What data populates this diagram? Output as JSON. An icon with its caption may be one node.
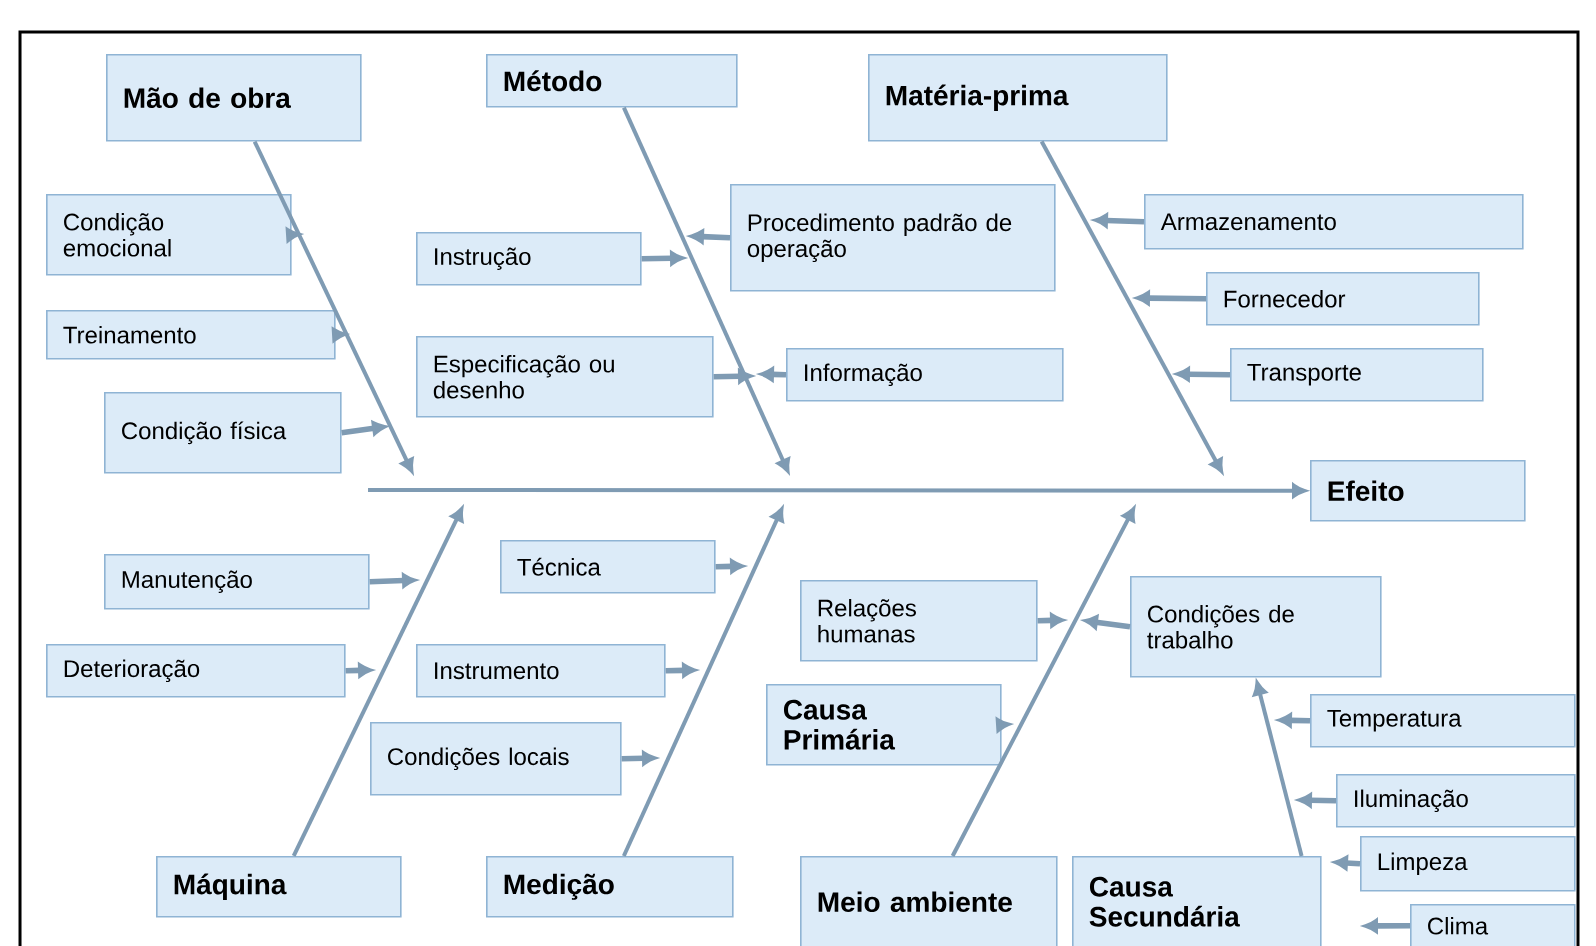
{
  "diagram": {
    "nodes": [
      {
        "text": [
          "Mão de obra"
        ]
      },
      {
        "text": [
          "Método"
        ]
      },
      {
        "text": [
          "Matéria-prima"
        ]
      },
      {
        "text": [
          "Condição emocional"
        ]
      },
      {
        "text": [
          "Instrução"
        ]
      },
      {
        "text": [
          "Procedimento padrão de operação"
        ]
      },
      {
        "text": [
          "Armazenamento"
        ]
      },
      {
        "text": [
          "Treinamento"
        ]
      },
      {
        "text": [
          "Especificação ou desenho"
        ]
      },
      {
        "text": [
          "Informação"
        ]
      },
      {
        "text": [
          "Fornecedor"
        ]
      },
      {
        "text": [
          "Transporte"
        ]
      },
      {
        "text": [
          "Condição física"
        ]
      },
      {
        "text": [
          "Efeito"
        ]
      },
      {
        "text": [
          "Manutenção"
        ]
      },
      {
        "text": [
          "Técnica"
        ]
      },
      {
        "text": [
          "Deterioração"
        ]
      },
      {
        "text": [
          "Instrumento"
        ]
      },
      {
        "text": [
          "Relações humanas"
        ]
      },
      {
        "text": [
          "Condições de trabalho"
        ]
      },
      {
        "text": [
          "Causa Primária"
        ]
      },
      {
        "text": [
          "Condições locais"
        ]
      },
      {
        "text": [
          "Temperatura"
        ]
      },
      {
        "text": [
          "Iluminação"
        ]
      },
      {
        "text": [
          "Máquina"
        ]
      },
      {
        "text": [
          "Medição"
        ]
      },
      {
        "text": [
          "Meio ambiente"
        ]
      },
      {
        "text": [
          "Causa Secundária"
        ]
      },
      {
        "text": [
          "Limpeza"
        ]
      },
      {
        "text": [
          "Clima"
        ]
      }
    ],
    "edges": [
      {
        "from": null,
        "to": 13,
        "arrow": "to"
      },
      {
        "from": 0,
        "to": null,
        "arrow": "to"
      },
      {
        "from": 1,
        "to": null,
        "arrow": "to"
      },
      {
        "from": 2,
        "to": null,
        "arrow": "to"
      },
      {
        "from": 24,
        "to": null,
        "arrow": "to"
      },
      {
        "from": 25,
        "to": null,
        "arrow": "to"
      },
      {
        "from": 26,
        "to": null,
        "arrow": "to"
      },
      {
        "from": 27,
        "to": 19,
        "arrow": "to"
      },
      {
        "from": 3,
        "to": null,
        "arrow": "to"
      },
      {
        "from": 7,
        "to": null,
        "arrow": "to"
      },
      {
        "from": 12,
        "to": null,
        "arrow": "to"
      },
      {
        "from": 4,
        "to": null,
        "arrow": "to"
      },
      {
        "from": 5,
        "to": null,
        "arrow": "to"
      },
      {
        "from": 8,
        "to": null,
        "arrow": "to"
      },
      {
        "from": 9,
        "to": null,
        "arrow": "to"
      },
      {
        "from": 6,
        "to": null,
        "arrow": "to"
      },
      {
        "from": 10,
        "to": null,
        "arrow": "to"
      },
      {
        "from": 11,
        "to": null,
        "arrow": "to"
      },
      {
        "from": 14,
        "to": null,
        "arrow": "to"
      },
      {
        "from": 16,
        "to": null,
        "arrow": "to"
      },
      {
        "from": 15,
        "to": null,
        "arrow": "to"
      },
      {
        "from": 17,
        "to": null,
        "arrow": "to"
      },
      {
        "from": 21,
        "to": null,
        "arrow": "to"
      },
      {
        "from": 18,
        "to": null,
        "arrow": "to"
      },
      {
        "from": 20,
        "to": null,
        "arrow": "to"
      },
      {
        "from": 19,
        "to": null,
        "arrow": "to"
      },
      {
        "from": 22,
        "to": null,
        "arrow": "to"
      },
      {
        "from": 23,
        "to": null,
        "arrow": "to"
      },
      {
        "from": 28,
        "to": null,
        "arrow": "to"
      },
      {
        "from": 29,
        "to": null,
        "arrow": "to"
      }
    ]
  }
}
